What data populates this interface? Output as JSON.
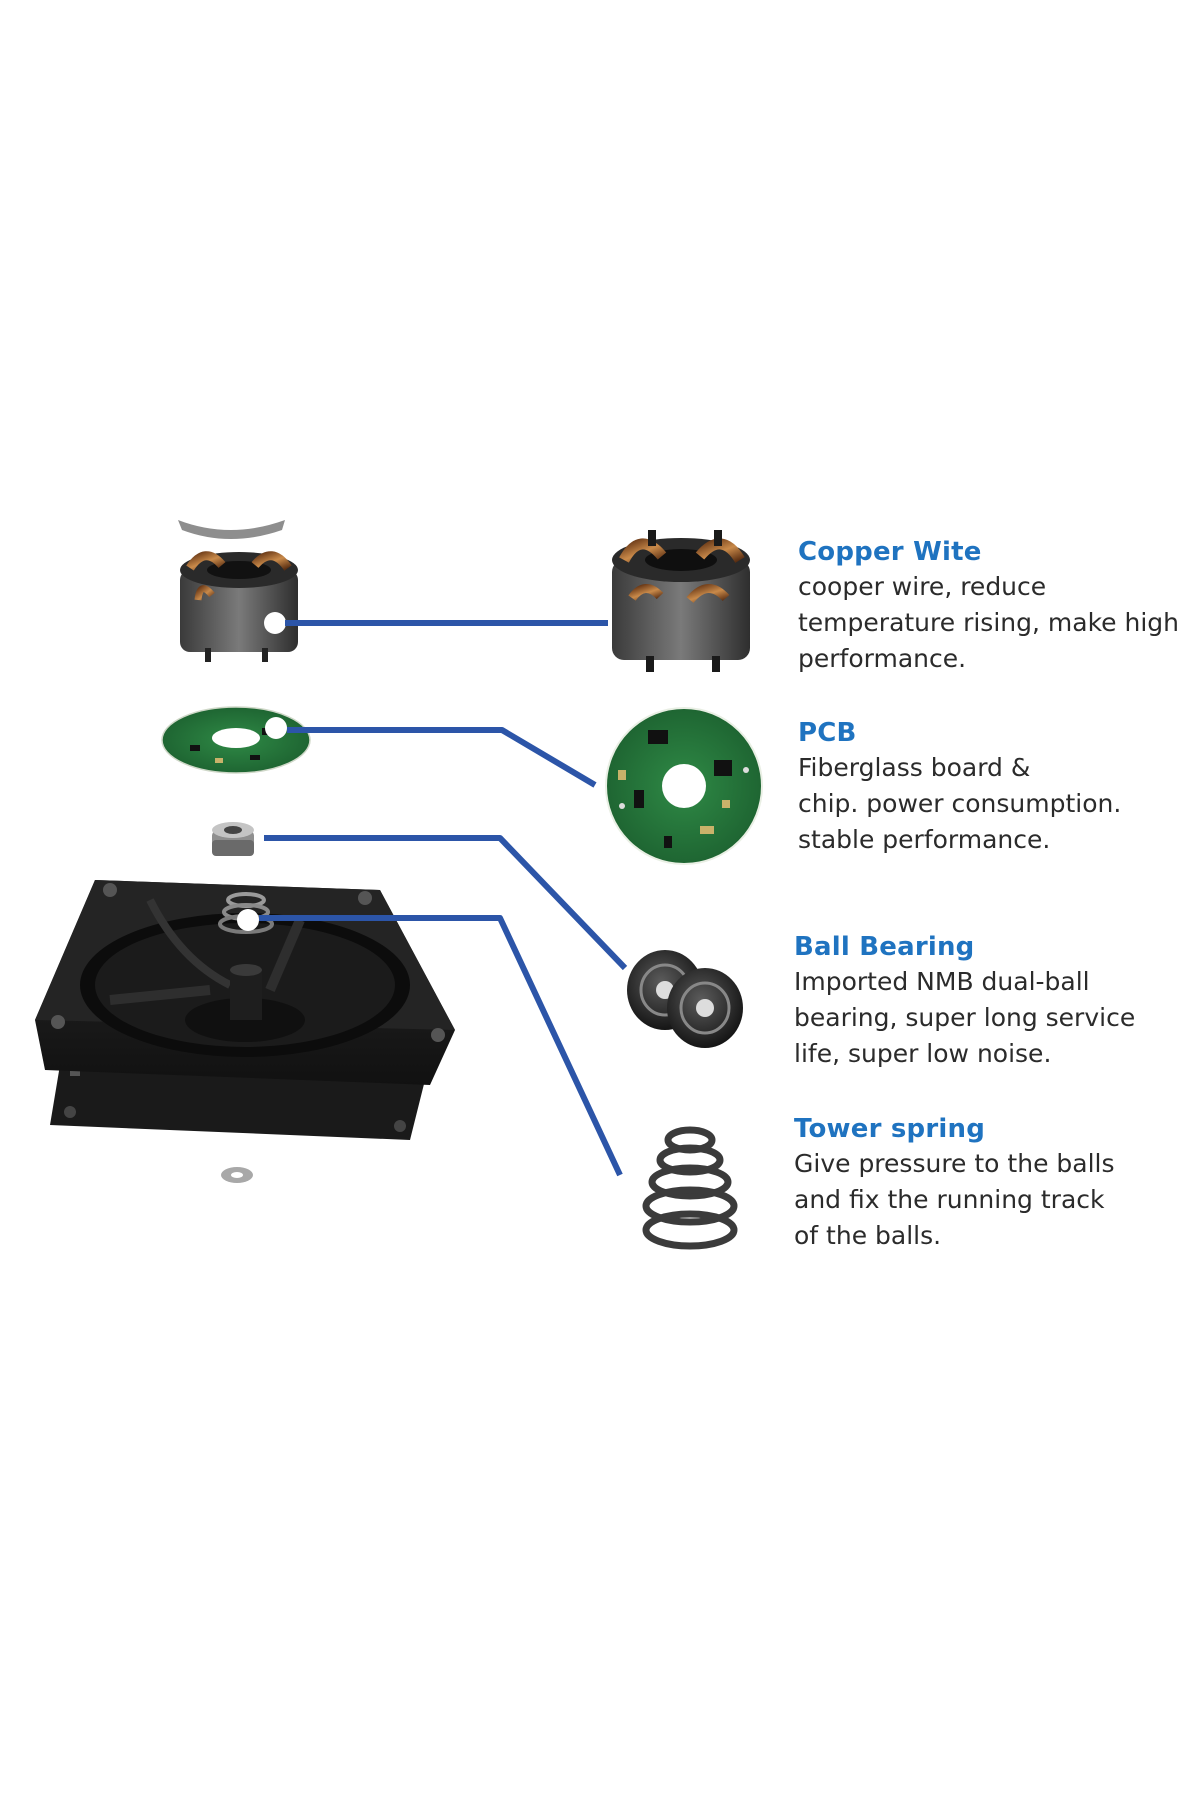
{
  "colors": {
    "accent": "#1f73c0",
    "connector": "#2c55a8",
    "text": "#2b2b2b",
    "background": "#ffffff"
  },
  "features": [
    {
      "title": "Copper Wite",
      "lines": [
        "cooper wire, reduce",
        "temperature rising, make high",
        "performance."
      ]
    },
    {
      "title": "PCB",
      "lines": [
        "Fiberglass board &",
        "chip. power consumption.",
        "stable performance."
      ]
    },
    {
      "title": "Ball Bearing",
      "lines": [
        "Imported NMB dual-ball",
        "bearing, super long service",
        "life, super low noise."
      ]
    },
    {
      "title": "Tower spring",
      "lines": [
        "Give pressure to the balls",
        "and fix the running track",
        "of the balls."
      ]
    }
  ],
  "icons": {
    "stator": "copper-coil-stator-icon",
    "pcb": "circuit-board-icon",
    "bearing": "ball-bearing-icon",
    "spring": "tower-spring-icon",
    "fan": "fan-housing-icon"
  }
}
